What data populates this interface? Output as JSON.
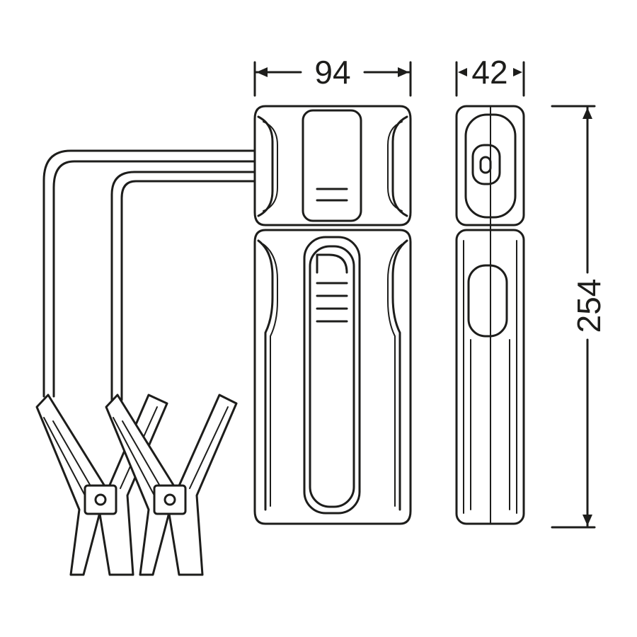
{
  "dimensions": {
    "width": "94",
    "depth": "42",
    "height": "254"
  },
  "colors": {
    "line": "#1d1d1b",
    "background": "#ffffff"
  }
}
